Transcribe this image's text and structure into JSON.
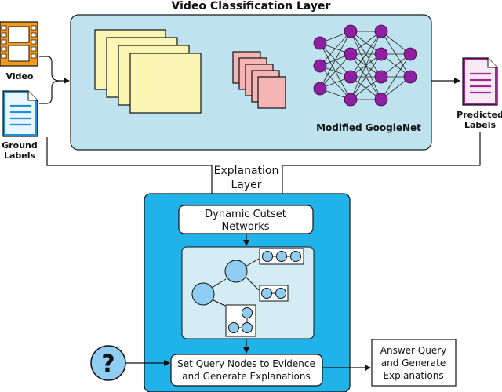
{
  "layers": {
    "video_classification_title": "Video Classification Layer",
    "explanation_title_line1": "Explanation",
    "explanation_title_line2": "Layer"
  },
  "inputs": {
    "video_label": "Video",
    "ground_labels_line1": "Ground",
    "ground_labels_line2": "Labels"
  },
  "model": {
    "name": "Modified GoogleNet"
  },
  "outputs": {
    "predicted_labels_line1": "Predicted",
    "predicted_labels_line2": "Labels"
  },
  "cutset": {
    "title_line1": "Dynamic Cutset",
    "title_line2": "Networks"
  },
  "query_box": {
    "line1": "Set Query Nodes to Evidence",
    "line2": "and Generate Explanations"
  },
  "answer_box": {
    "line1": "Answer Query",
    "line2": "and Generate",
    "line3": "Explanations"
  },
  "question_icon": {
    "symbol": "?"
  },
  "colors": {
    "classification_panel": "#bfe3ee",
    "explanation_panel": "#1fb3ea",
    "feature_map_yellow": "#fbf6b4",
    "feature_map_pink": "#f5b5b5",
    "neuron_purple": "#8e1fa0",
    "node_blue": "#8fcdf2",
    "video_icon": "#f39a1e",
    "document_icon_blue": "#1f8fd8",
    "document_icon_purple": "#a2278f"
  }
}
